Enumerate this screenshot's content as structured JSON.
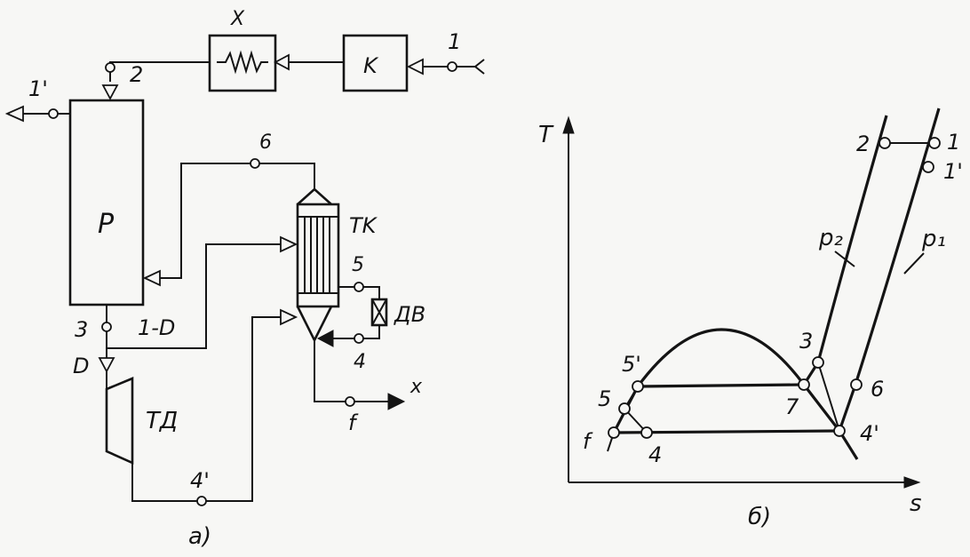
{
  "scheme": {
    "caption": "a)",
    "blocks": {
      "compressor": "K",
      "cooler": "X",
      "regenerator": "P",
      "heat_exchanger": "TK",
      "expander": "TД",
      "valve": "ДВ"
    },
    "points": {
      "p1": "1",
      "p1prime": "1'",
      "p2": "2",
      "p3": "3",
      "p4": "4",
      "p4prime": "4'",
      "p5": "5",
      "p6": "6",
      "pf": "f",
      "px": "x",
      "split_1mD": "1-D",
      "split_D": "D"
    }
  },
  "ts_diagram": {
    "caption": "б)",
    "axis_y": "T",
    "axis_x": "s",
    "isobars": {
      "p2": "p₂",
      "p1": "p₁"
    },
    "points": {
      "p1": "1",
      "p1prime": "1'",
      "p2": "2",
      "p3": "3",
      "p4": "4",
      "p4prime": "4'",
      "p5": "5",
      "p5prime": "5'",
      "p6": "6",
      "p7": "7",
      "pf": "f"
    }
  }
}
